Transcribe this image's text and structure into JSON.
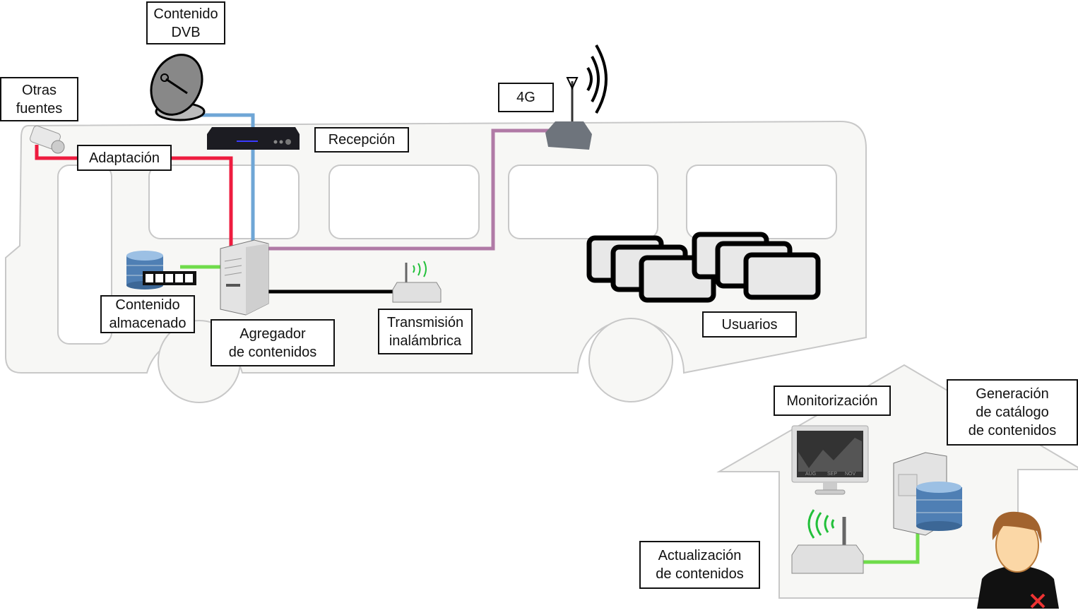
{
  "labels": {
    "dvb": [
      "Contenido",
      "DVB"
    ],
    "otras": [
      "Otras",
      "fuentes"
    ],
    "adaptacion": [
      "Adaptación"
    ],
    "recepcion": [
      "Recepción"
    ],
    "g4": [
      "4G"
    ],
    "almacenado": [
      "Contenido",
      "almacenado"
    ],
    "agregador": [
      "Agregador",
      "de contenidos"
    ],
    "transmision": [
      "Transmisión",
      "inalámbrica"
    ],
    "usuarios": [
      "Usuarios"
    ],
    "monitorizacion": [
      "Monitorización"
    ],
    "catalogo": [
      "Generación",
      "de catálogo",
      "de contenidos"
    ],
    "actualizacion": [
      "Actualización",
      "de contenidos"
    ]
  },
  "monitor_chart_labels": [
    "AUG",
    "SEP",
    "NOV"
  ],
  "colors": {
    "dvb_link": "#6fa6d6",
    "adaptation_link": "#ee1c3f",
    "4g_link": "#b07aa6",
    "storage_link": "#6fdc4a",
    "wireless_link": "#000000",
    "wifi_waves": "#22c03a",
    "outline": "#c8c8c8",
    "fill": "#f7f7f5"
  }
}
